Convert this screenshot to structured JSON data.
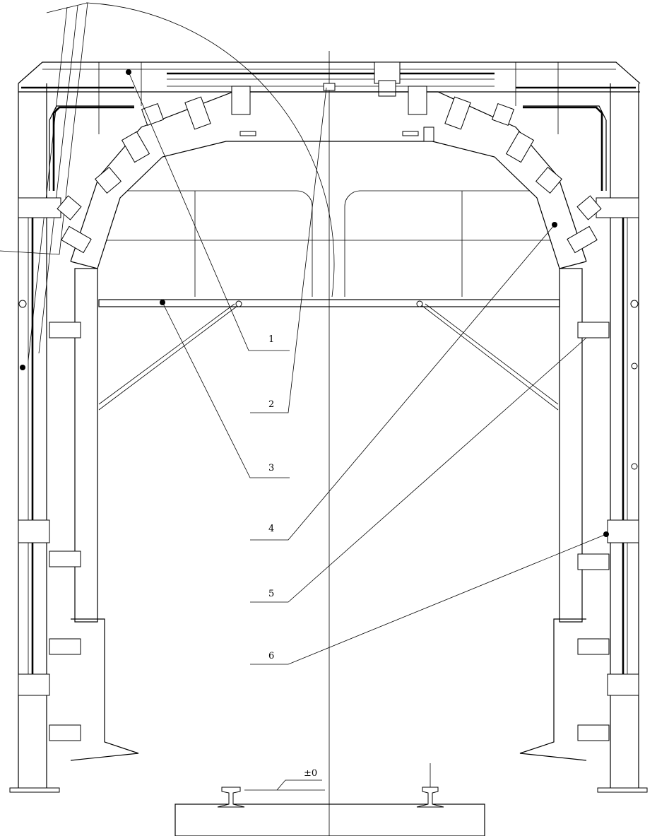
{
  "callouts": [
    {
      "label": "1"
    },
    {
      "label": "2"
    },
    {
      "label": "3"
    },
    {
      "label": "4"
    },
    {
      "label": "5"
    },
    {
      "label": "6"
    }
  ],
  "elevation_label": "±0"
}
